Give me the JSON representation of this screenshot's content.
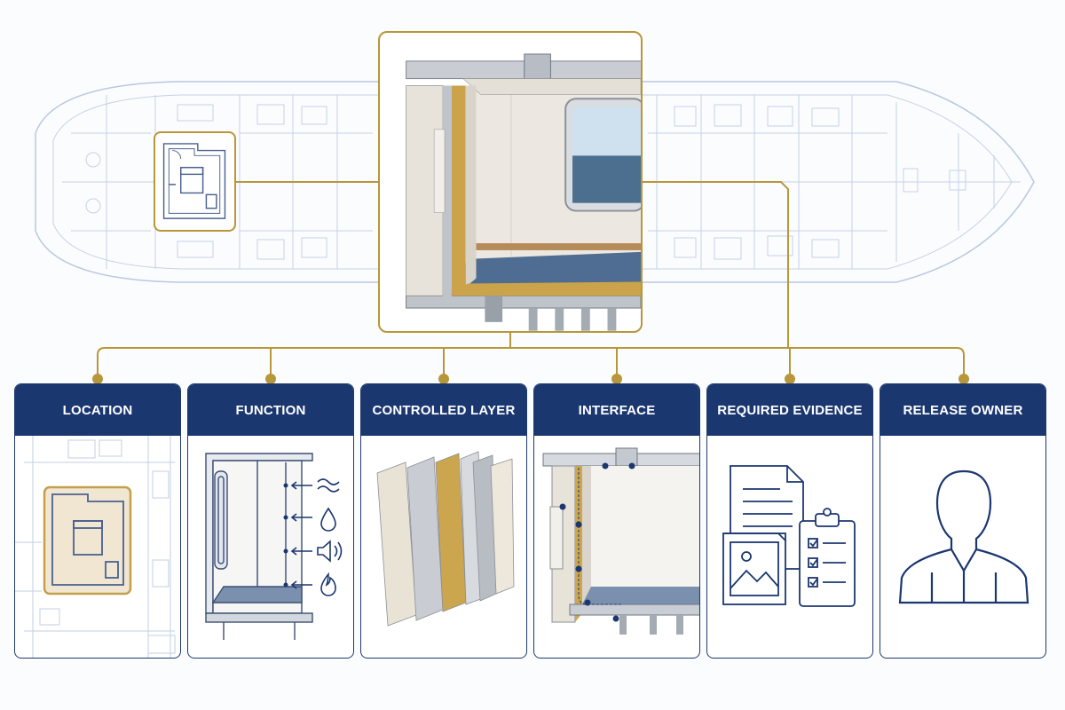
{
  "diagram": {
    "cards": [
      {
        "title": "LOCATION"
      },
      {
        "title": "FUNCTION"
      },
      {
        "title": "CONTROLLED LAYER"
      },
      {
        "title": "INTERFACE"
      },
      {
        "title": "REQUIRED EVIDENCE"
      },
      {
        "title": "RELEASE OWNER"
      }
    ]
  },
  "colors": {
    "gold": "#b8973a",
    "navy": "#1b3770",
    "blueprint": "#9fb3d1",
    "insulation": "#c9a84a",
    "floor": "#5a7394"
  },
  "icons": [
    "ship-blueprint",
    "cabin-plan-icon",
    "cabin-cutaway",
    "wind-icon",
    "water-drop-icon",
    "speaker-icon",
    "fire-icon",
    "layer-panels-icon",
    "interface-section-icon",
    "document-icon",
    "image-icon",
    "checklist-clipboard-icon",
    "person-icon"
  ]
}
